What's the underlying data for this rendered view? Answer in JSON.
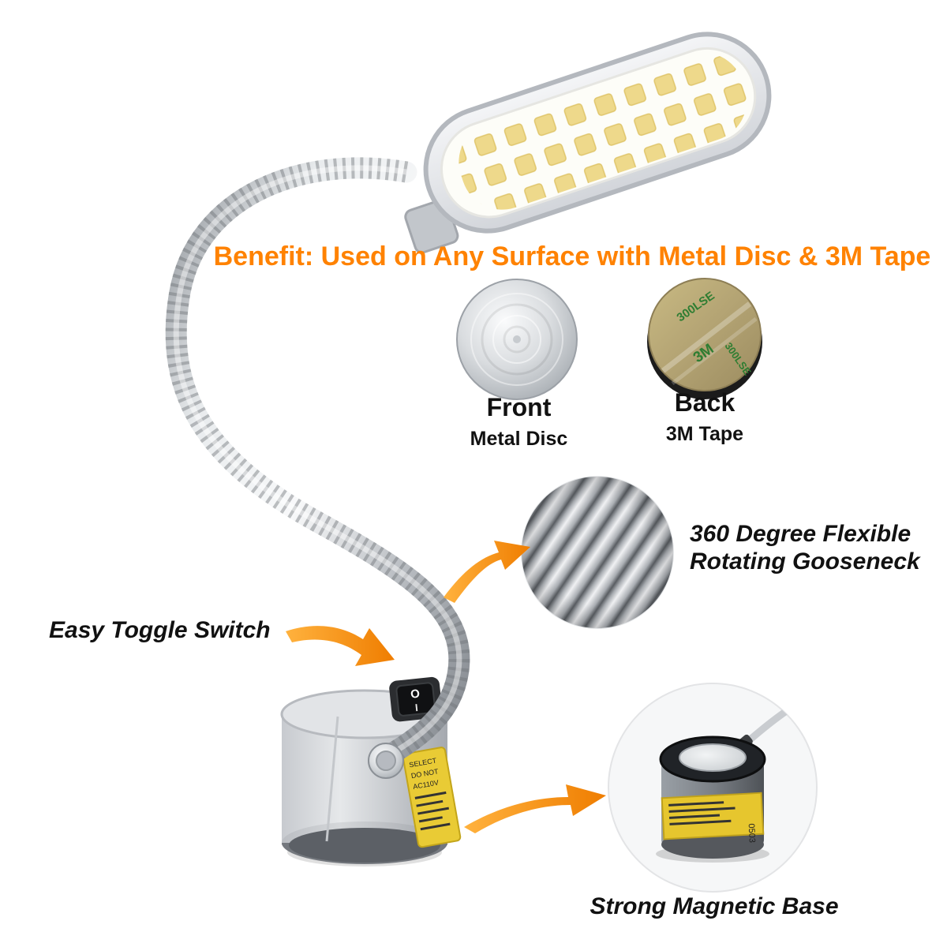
{
  "headline": {
    "text": "Benefit: Used on Any Surface with Metal Disc & 3M Tape",
    "color": "#ff8200"
  },
  "discs": {
    "front": {
      "title": "Front",
      "subtitle": "Metal Disc"
    },
    "back": {
      "title": "Back",
      "subtitle": "3M Tape",
      "markings": {
        "line1": "300LSE",
        "line2": "3M",
        "line3": "300LSE"
      }
    }
  },
  "features": {
    "gooseneck": {
      "line1": "360 Degree Flexible",
      "line2": "Rotating Gooseneck"
    },
    "toggle": {
      "label": "Easy Toggle Switch"
    },
    "magnet": {
      "label": "Strong Magnetic Base"
    }
  },
  "base": {
    "switch": {
      "on_marking": "O",
      "off_marking": "I"
    },
    "label": {
      "line1": "SELECT",
      "line2": "DO NOT",
      "line3": "AC110V"
    }
  },
  "magnet_inset": {
    "label": "0503"
  },
  "colors": {
    "accent_orange": "#ff8200",
    "arrow_orange_light": "#ffb23e",
    "arrow_orange_dark": "#ef7d00",
    "led_yellow": "#eed98b",
    "label_yellow": "#e9cb35"
  }
}
